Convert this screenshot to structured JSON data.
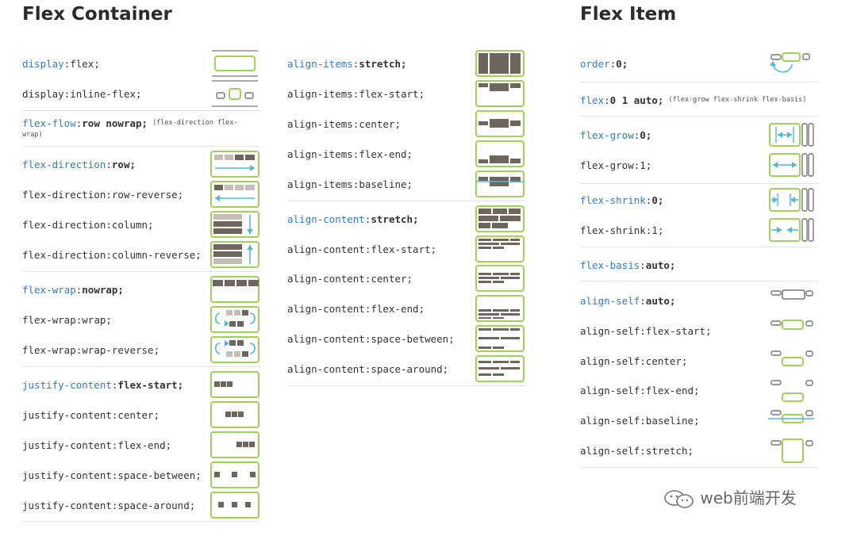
{
  "container": {
    "title": "Flex Container",
    "col1": [
      {
        "prop": "display",
        "val": "flex;",
        "prop_colored": true,
        "bold": false,
        "icon": "display-flex"
      },
      {
        "prop": "display",
        "val": "inline-flex;",
        "prop_colored": false,
        "bold": false,
        "icon": "display-inline-flex"
      },
      {
        "prop": "flex-flow",
        "val": "row nowrap;",
        "prop_colored": true,
        "bold": true,
        "icon": "none"
      },
      {
        "prop": "flex-direction",
        "val": "row;",
        "prop_colored": true,
        "bold": true,
        "icon": "row"
      },
      {
        "prop": "flex-direction",
        "val": "row-reverse;",
        "prop_colored": false,
        "bold": false,
        "icon": "row-reverse"
      },
      {
        "prop": "flex-direction",
        "val": "column;",
        "prop_colored": false,
        "bold": false,
        "icon": "column"
      },
      {
        "prop": "flex-direction",
        "val": "column-reverse;",
        "prop_colored": false,
        "bold": false,
        "icon": "column-reverse"
      },
      {
        "prop": "flex-wrap",
        "val": "nowrap;",
        "prop_colored": true,
        "bold": true,
        "icon": "nowrap"
      },
      {
        "prop": "flex-wrap",
        "val": "wrap;",
        "prop_colored": false,
        "bold": false,
        "icon": "wrap"
      },
      {
        "prop": "flex-wrap",
        "val": "wrap-reverse;",
        "prop_colored": false,
        "bold": false,
        "icon": "wrap-reverse"
      },
      {
        "prop": "justify-content",
        "val": "flex-start;",
        "prop_colored": true,
        "bold": true,
        "icon": "jc-start"
      },
      {
        "prop": "justify-content",
        "val": "center;",
        "prop_colored": false,
        "bold": false,
        "icon": "jc-center"
      },
      {
        "prop": "justify-content",
        "val": "flex-end;",
        "prop_colored": false,
        "bold": false,
        "icon": "jc-end"
      },
      {
        "prop": "justify-content",
        "val": "space-between;",
        "prop_colored": false,
        "bold": false,
        "icon": "jc-between"
      },
      {
        "prop": "justify-content",
        "val": "space-around;",
        "prop_colored": false,
        "bold": false,
        "icon": "jc-around"
      }
    ],
    "flex_flow_note_a": "(flex-direction flex-",
    "flex_flow_note_b": "wrap)",
    "col2": [
      {
        "prop": "align-items",
        "val": "stretch;",
        "prop_colored": true,
        "bold": true,
        "icon": "ai-stretch"
      },
      {
        "prop": "align-items",
        "val": "flex-start;",
        "prop_colored": false,
        "bold": false,
        "icon": "ai-start"
      },
      {
        "prop": "align-items",
        "val": "center;",
        "prop_colored": false,
        "bold": false,
        "icon": "ai-center"
      },
      {
        "prop": "align-items",
        "val": "flex-end;",
        "prop_colored": false,
        "bold": false,
        "icon": "ai-end"
      },
      {
        "prop": "align-items",
        "val": "baseline;",
        "prop_colored": false,
        "bold": false,
        "icon": "ai-baseline"
      },
      {
        "prop": "align-content",
        "val": "stretch;",
        "prop_colored": true,
        "bold": true,
        "icon": "ac-stretch"
      },
      {
        "prop": "align-content",
        "val": "flex-start;",
        "prop_colored": false,
        "bold": false,
        "icon": "ac-start"
      },
      {
        "prop": "align-content",
        "val": "center;",
        "prop_colored": false,
        "bold": false,
        "icon": "ac-center"
      },
      {
        "prop": "align-content",
        "val": "flex-end;",
        "prop_colored": false,
        "bold": false,
        "icon": "ac-end"
      },
      {
        "prop": "align-content",
        "val": "space-between;",
        "prop_colored": false,
        "bold": false,
        "icon": "ac-between"
      },
      {
        "prop": "align-content",
        "val": "space-around;",
        "prop_colored": false,
        "bold": false,
        "icon": "ac-around"
      }
    ]
  },
  "item": {
    "title": "Flex Item",
    "rows": [
      {
        "prop": "order",
        "val": "0;",
        "prop_colored": true,
        "bold": true,
        "icon": "order"
      },
      {
        "prop": "flex",
        "val": "0 1 auto;",
        "prop_colored": true,
        "bold": true,
        "icon": "none"
      },
      {
        "prop": "flex-grow",
        "val": "0;",
        "prop_colored": true,
        "bold": true,
        "icon": "grow-0"
      },
      {
        "prop": "flex-grow",
        "val": "1;",
        "prop_colored": false,
        "bold": false,
        "icon": "grow-1"
      },
      {
        "prop": "flex-shrink",
        "val": "0;",
        "prop_colored": true,
        "bold": true,
        "icon": "shrink-0"
      },
      {
        "prop": "flex-shrink",
        "val": "1;",
        "prop_colored": false,
        "bold": false,
        "icon": "shrink-1"
      },
      {
        "prop": "flex-basis",
        "val": "auto;",
        "prop_colored": true,
        "bold": true,
        "icon": "none"
      },
      {
        "prop": "align-self",
        "val": "auto;",
        "prop_colored": true,
        "bold": true,
        "icon": "as-auto"
      },
      {
        "prop": "align-self",
        "val": "flex-start;",
        "prop_colored": false,
        "bold": false,
        "icon": "as-start"
      },
      {
        "prop": "align-self",
        "val": "center;",
        "prop_colored": false,
        "bold": false,
        "icon": "as-center"
      },
      {
        "prop": "align-self",
        "val": "flex-end;",
        "prop_colored": false,
        "bold": false,
        "icon": "as-end"
      },
      {
        "prop": "align-self",
        "val": "baseline;",
        "prop_colored": false,
        "bold": false,
        "icon": "as-baseline"
      },
      {
        "prop": "align-self",
        "val": "stretch;",
        "prop_colored": false,
        "bold": false,
        "icon": "as-stretch"
      }
    ],
    "flex_note": "(flex-grow flex-shrink flex-basis)"
  },
  "watermark": "web前端开发",
  "colors": {
    "property": "#2f7dc9",
    "accent": "#9fd356",
    "block": "#6e665c",
    "block_light": "#c4beb6",
    "arrow": "#4fb7e0"
  }
}
